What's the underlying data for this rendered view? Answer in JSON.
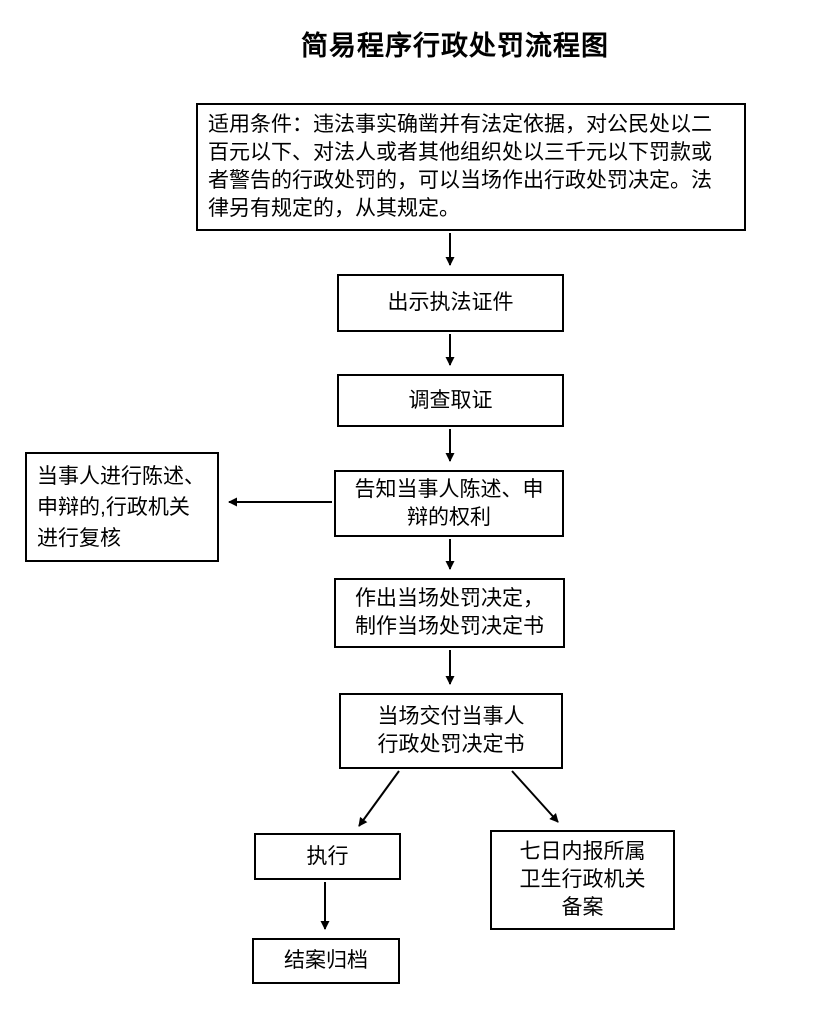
{
  "page": {
    "title": "简易程序行政处罚流程图"
  },
  "nodes": {
    "condition": {
      "label": "适用条件：违法事实确凿并有法定依据，对公民处以二\n百元以下、对法人或者其他组织处以三千元以下罚款或\n者警告的行政处罚的，可以当场作出行政处罚决定。法\n律另有规定的，从其规定。"
    },
    "show_credentials": {
      "label": "出示执法证件"
    },
    "investigate": {
      "label": "调查取证"
    },
    "inform_rights": {
      "label": "告知当事人陈述、申\n辩的权利"
    },
    "review": {
      "label": "当事人进行陈述、\n申辩的,行政机关\n进行复核"
    },
    "decision": {
      "label": "作出当场处罚决定，\n制作当场处罚决定书"
    },
    "deliver": {
      "label": "当场交付当事人\n行政处罚决定书"
    },
    "execute": {
      "label": "执行"
    },
    "report": {
      "label": "七日内报所属\n卫生行政机关\n备案"
    },
    "archive": {
      "label": "结案归档"
    }
  },
  "edges": [
    {
      "from": "condition",
      "to": "show_credentials"
    },
    {
      "from": "show_credentials",
      "to": "investigate"
    },
    {
      "from": "investigate",
      "to": "inform_rights"
    },
    {
      "from": "inform_rights",
      "to": "review"
    },
    {
      "from": "inform_rights",
      "to": "decision"
    },
    {
      "from": "decision",
      "to": "deliver"
    },
    {
      "from": "deliver",
      "to": "execute"
    },
    {
      "from": "deliver",
      "to": "report"
    },
    {
      "from": "execute",
      "to": "archive"
    }
  ],
  "colors": {
    "background": "#ffffff",
    "box_border": "#000000",
    "arrow": "#000000",
    "text": "#000000"
  }
}
